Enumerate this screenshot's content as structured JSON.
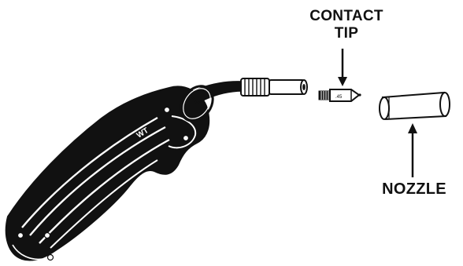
{
  "callouts": {
    "contact_tip": {
      "line1": "CONTACT",
      "line2": "TIP"
    },
    "nozzle": "NOZZLE"
  },
  "colors": {
    "ink": "#111111",
    "background": "#ffffff"
  }
}
